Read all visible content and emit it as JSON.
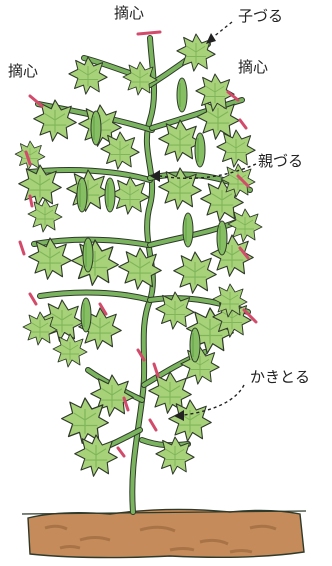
{
  "labels": {
    "pinch_top": "摘心",
    "pinch_left": "摘心",
    "pinch_right": "摘心",
    "side_vine": "子づる",
    "main_vine": "親づる",
    "remove": "かきとる"
  },
  "colors": {
    "leaf_fill": "#a8d27a",
    "leaf_shade": "#7fb65b",
    "stem": "#7bb45f",
    "outline": "#2f3a2a",
    "pinch_mark": "#d44a6b",
    "cucumber": "#86bf63",
    "soil": "#c58b5a",
    "soil_dark": "#9b6a3f"
  }
}
